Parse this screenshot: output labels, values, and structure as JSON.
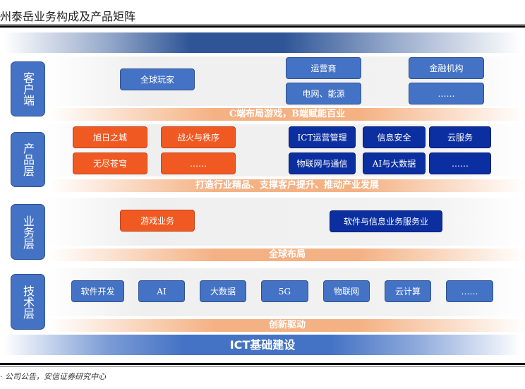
{
  "title": "州泰岳业务构成及产品矩阵",
  "layers": {
    "client": "客户端",
    "product": "产品层",
    "business": "业务层",
    "tech": "技术层"
  },
  "client": {
    "c1": "全球玩家",
    "b1": "运营商",
    "b2": "电网、能源",
    "b3": "金融机构",
    "b4": "……",
    "band": "C端布局游戏，B端赋能百业"
  },
  "product": {
    "g1": "旭日之城",
    "g2": "战火与秩序",
    "g3": "无尽苍穹",
    "g4": "……",
    "i1": "ICT运营管理",
    "i2": "信息安全",
    "i3": "云服务",
    "i4": "物联网与通信",
    "i5": "AI与大数据",
    "i6": "……",
    "band": "打造行业精品、支撑客户提升、推动产业发展"
  },
  "business": {
    "b1": "游戏业务",
    "b2": "软件与信息业务服务业",
    "band": "全球布局"
  },
  "tech": {
    "items": [
      "软件开发",
      "AI",
      "大数据",
      "5G",
      "物联网",
      "云计算",
      "……"
    ],
    "band": "创新驱动"
  },
  "foundation": "ICT基础建设",
  "source": "· 公司公告，安信证券研究中心"
}
